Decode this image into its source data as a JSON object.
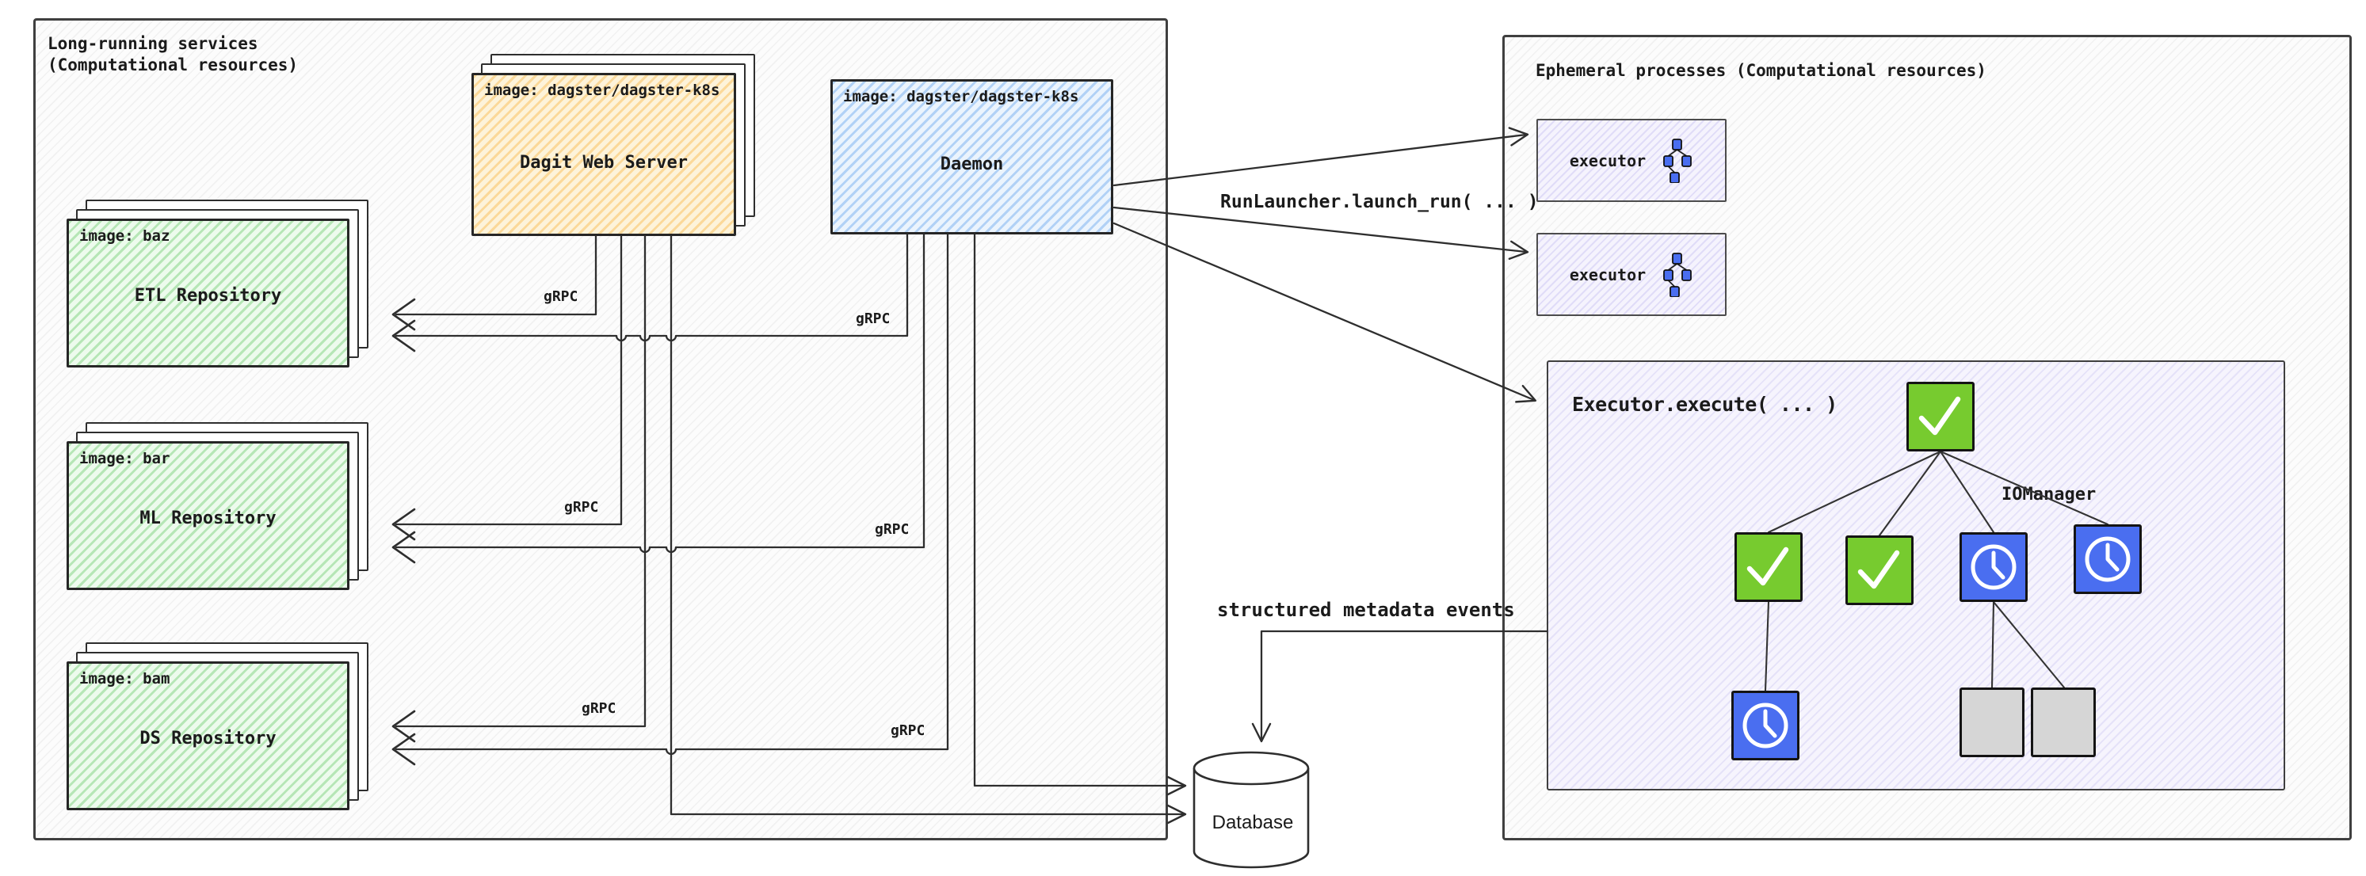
{
  "diagram": {
    "left_panel": {
      "title": "Long-running services\n(Computational resources)",
      "dagit": {
        "header": "image: dagster/dagster-k8s",
        "label": "Dagit Web Server"
      },
      "daemon": {
        "header": "image: dagster/dagster-k8s",
        "label": "Daemon"
      },
      "repos": [
        {
          "header": "image: baz",
          "label": "ETL Repository"
        },
        {
          "header": "image: bar",
          "label": "ML Repository"
        },
        {
          "header": "image: bam",
          "label": "DS Repository"
        }
      ],
      "grpc_label": "gRPC"
    },
    "right_panel": {
      "title": "Ephemeral processes (Computational resources)",
      "executors": [
        {
          "label": "executor"
        },
        {
          "label": "executor"
        }
      ],
      "execute_box": {
        "title": "Executor.execute( ... )",
        "iomanager_label": "IOManager",
        "steps": {
          "root": "success-check",
          "row2": [
            "success-check",
            "success-check",
            "waiting-clock",
            "waiting-clock"
          ],
          "row3": [
            "waiting-clock",
            "pending",
            "pending"
          ]
        }
      }
    },
    "connections": {
      "run_launcher_label": "RunLauncher.launch_run( ... )",
      "metadata_events_label": "structured metadata events"
    },
    "database": {
      "label": "Database"
    },
    "colors": {
      "dagit_fill": "#fdeec9",
      "daemon_fill": "#d6e8fb",
      "repo_fill": "#d8f0d8",
      "executor_fill": "#efedfb",
      "success_node": "#77cb2f",
      "waiting_node": "#4a6ef0",
      "pending_node": "#d6d6d6",
      "line": "#2e2e2e"
    }
  }
}
